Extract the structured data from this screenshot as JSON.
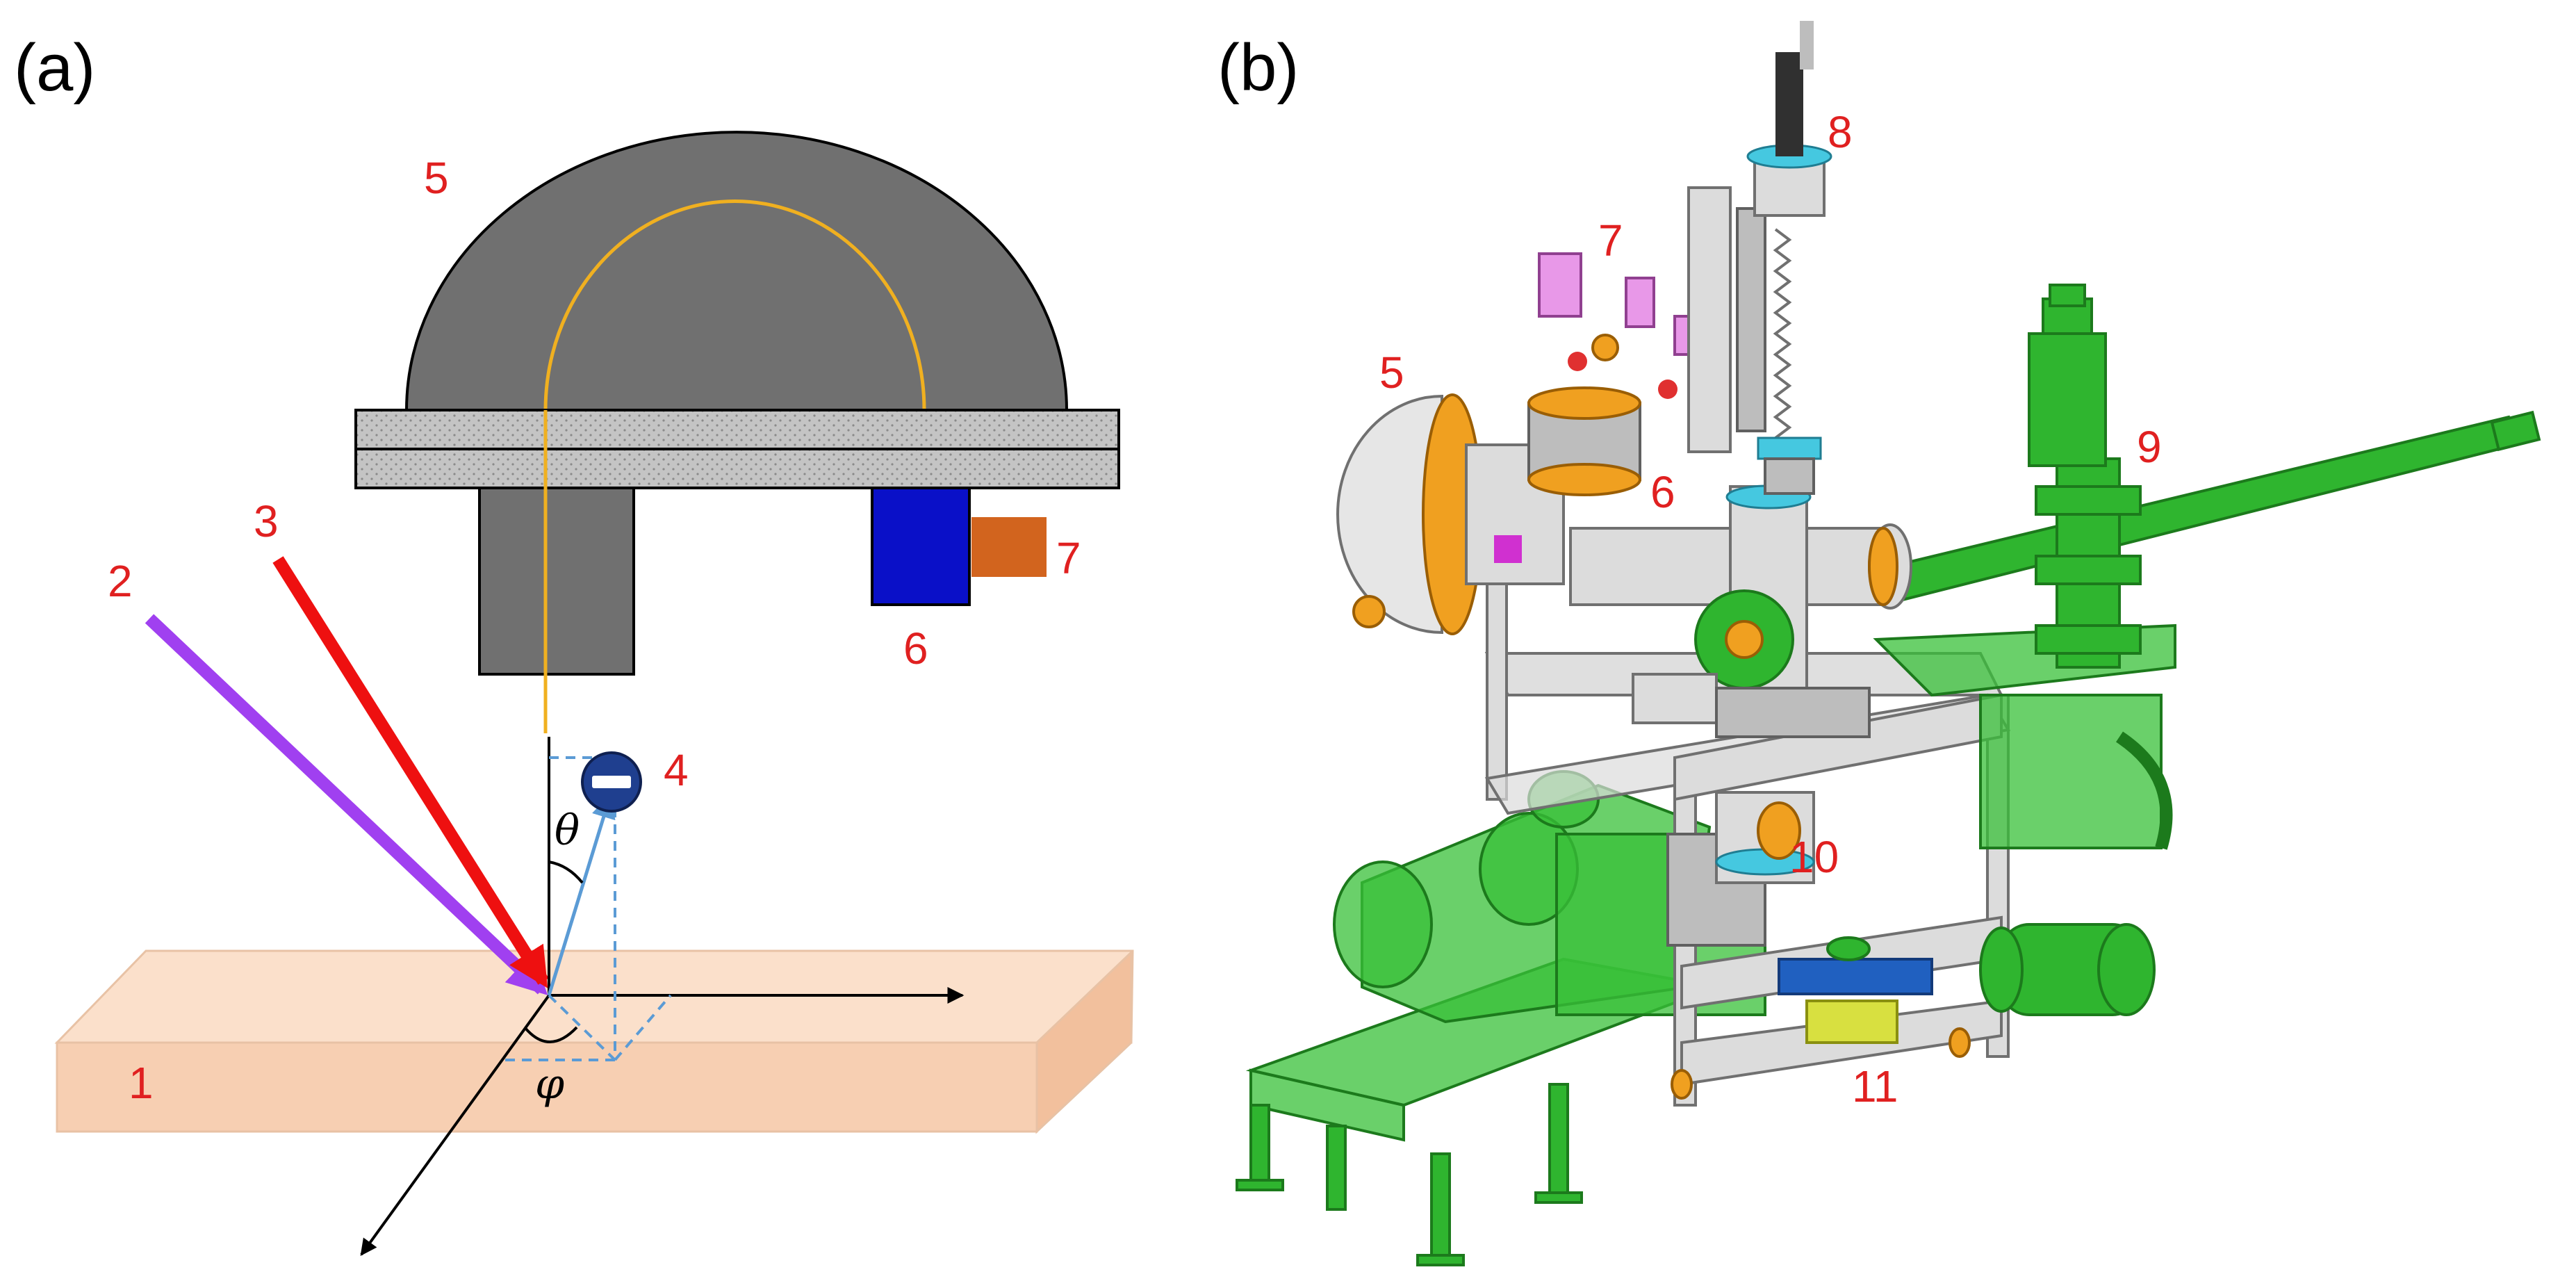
{
  "panels": {
    "a": {
      "letter": "(a)"
    },
    "b": {
      "letter": "(b)"
    }
  },
  "diagram_a": {
    "labels": [
      "1",
      "2",
      "3",
      "4",
      "5",
      "6",
      "7"
    ],
    "theta": "θ",
    "phi": "φ",
    "colors": {
      "sample": "#f8d3b8",
      "analyzer": "#707070",
      "beam2": "#a040f0",
      "beam3": "#ee1010",
      "detector6": "#0a10c8",
      "block7": "#d2641e",
      "orbit": "#f0b020",
      "electron": "#1f3f8f",
      "vector": "#5b9bd5"
    }
  },
  "diagram_b": {
    "labels": [
      "5",
      "6",
      "7",
      "8",
      "9",
      "10",
      "11"
    ],
    "colors": {
      "frame_green": "#2fb52f",
      "steel": "#dcdcdc",
      "flange": "#f0a020",
      "ring": "#45c8e0",
      "magenta": "#e070e0"
    }
  }
}
